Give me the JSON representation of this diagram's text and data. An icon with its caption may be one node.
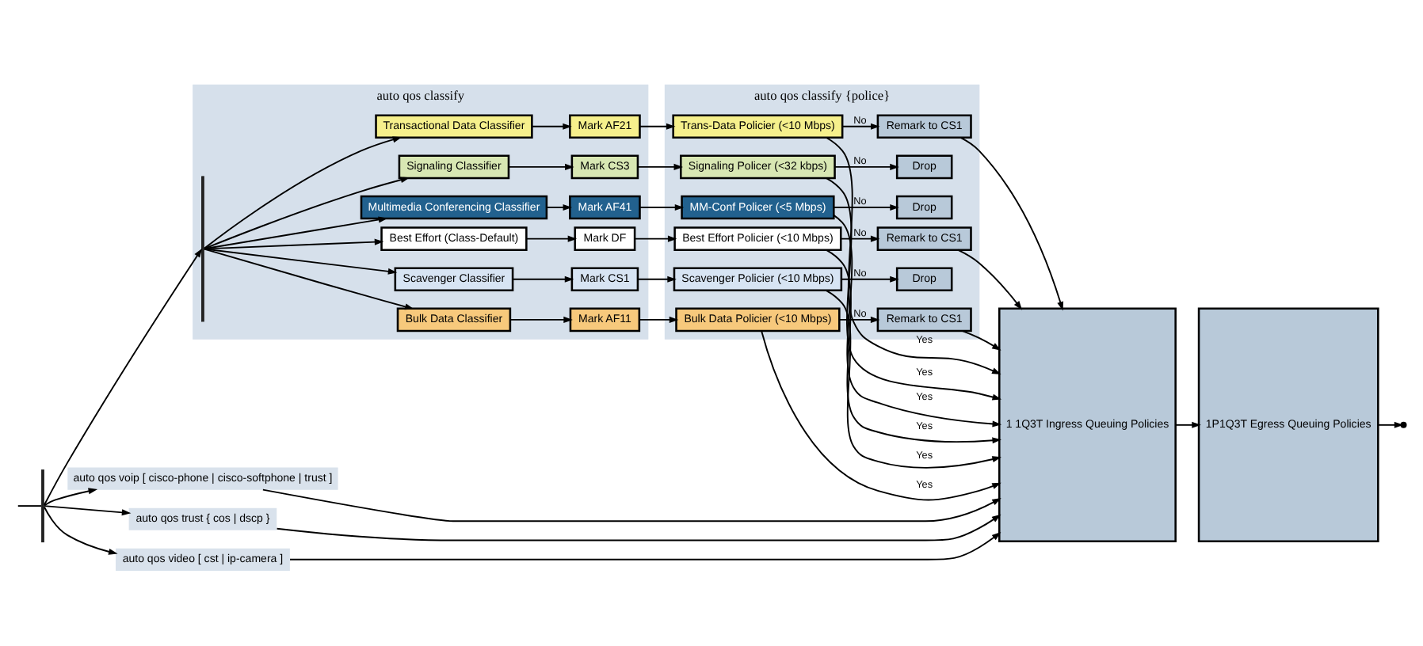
{
  "diagram": {
    "nodes": [
      {
        "text": [
          "auto qos voip [ cisco-phone | cisco-softphone | trust ]"
        ]
      },
      {
        "text": [
          "auto qos trust { cos | dscp }"
        ]
      },
      {
        "text": [
          "auto qos video [ cst | ip-camera ]"
        ]
      },
      {
        "text": [
          "auto qos classify"
        ]
      },
      {
        "text": [
          "Multimedia Conferencing Classifier"
        ],
        "in": 3
      },
      {
        "text": [
          "Signaling Classifier"
        ],
        "in": 3
      },
      {
        "text": [
          "Transactional Data Classifier"
        ],
        "in": 3
      },
      {
        "text": [
          "Bulk Data Classifier"
        ],
        "in": 3
      },
      {
        "text": [
          "Scavenger Classifier"
        ],
        "in": 3
      },
      {
        "text": [
          "Best Effort (Class-Default)"
        ],
        "in": 3
      },
      {
        "text": [
          "Mark AF41"
        ],
        "in": 3
      },
      {
        "text": [
          "Mark CS3"
        ],
        "in": 3
      },
      {
        "text": [
          "Mark AF21"
        ],
        "in": 3
      },
      {
        "text": [
          "Mark AF11"
        ],
        "in": 3
      },
      {
        "text": [
          "Mark CS1"
        ],
        "in": 3
      },
      {
        "text": [
          "Mark DF"
        ],
        "in": 3
      },
      {
        "text": [
          "auto qos classify {police}"
        ]
      },
      {
        "text": [
          "MM-Conf Policer (<5 Mbps)"
        ],
        "in": 16
      },
      {
        "text": [
          "Signaling Policer (<32 kbps)"
        ],
        "in": 16
      },
      {
        "text": [
          "Trans-Data Policier (<10 Mbps)"
        ],
        "in": 16
      },
      {
        "text": [
          "Bulk Data Policier (<10 Mbps)"
        ],
        "in": 16
      },
      {
        "text": [
          "Scavenger Policier (<10 Mbps)"
        ],
        "in": 16
      },
      {
        "text": [
          "Best Effort Policier (<10 Mbps)"
        ],
        "in": 16
      },
      {
        "text": [
          "Drop"
        ],
        "in": 16
      },
      {
        "text": [
          "Drop"
        ],
        "in": 16
      },
      {
        "text": [
          "Remark to CS1"
        ],
        "in": 16
      },
      {
        "text": [
          "Remark to CS1"
        ],
        "in": 16
      },
      {
        "text": [
          "Drop"
        ],
        "in": 16
      },
      {
        "text": [
          "Remark to CS1"
        ],
        "in": 16
      },
      {
        "text": [
          "1 1Q3T Ingress Queuing Policies"
        ]
      },
      {
        "text": [
          "1P1Q3T Egress Queuing Policies"
        ]
      },
      {
        "text": [],
        "shape": "bar"
      },
      {
        "text": [],
        "shape": "bar",
        "in": 3
      }
    ],
    "edges": [
      {
        "from": null,
        "to": 31,
        "arrow": "none"
      },
      {
        "from": 31,
        "to": 0,
        "arrow": "to"
      },
      {
        "from": 31,
        "to": 1,
        "arrow": "to"
      },
      {
        "from": 31,
        "to": 2,
        "arrow": "to"
      },
      {
        "from": 31,
        "to": 32,
        "arrow": "to"
      },
      {
        "from": 32,
        "to": 4,
        "arrow": "to"
      },
      {
        "from": 32,
        "to": 5,
        "arrow": "to"
      },
      {
        "from": 32,
        "to": 6,
        "arrow": "to"
      },
      {
        "from": 32,
        "to": 7,
        "arrow": "to"
      },
      {
        "from": 32,
        "to": 8,
        "arrow": "to"
      },
      {
        "from": 32,
        "to": 9,
        "arrow": "to"
      },
      {
        "from": 4,
        "to": 10,
        "arrow": "to"
      },
      {
        "from": 5,
        "to": 11,
        "arrow": "to"
      },
      {
        "from": 6,
        "to": 12,
        "arrow": "to"
      },
      {
        "from": 7,
        "to": 13,
        "arrow": "to"
      },
      {
        "from": 8,
        "to": 14,
        "arrow": "to"
      },
      {
        "from": 9,
        "to": 15,
        "arrow": "to"
      },
      {
        "from": 10,
        "to": 17,
        "arrow": "to"
      },
      {
        "from": 11,
        "to": 18,
        "arrow": "to"
      },
      {
        "from": 12,
        "to": 19,
        "arrow": "to"
      },
      {
        "from": 13,
        "to": 20,
        "arrow": "to"
      },
      {
        "from": 14,
        "to": 21,
        "arrow": "to"
      },
      {
        "from": 15,
        "to": 22,
        "arrow": "to"
      },
      {
        "from": 17,
        "to": 29,
        "arrow": "to",
        "label": "Yes"
      },
      {
        "from": 17,
        "to": 23,
        "arrow": "to",
        "label": "No"
      },
      {
        "from": 18,
        "to": 29,
        "arrow": "to",
        "label": "Yes"
      },
      {
        "from": 18,
        "to": 24,
        "arrow": "to",
        "label": "No"
      },
      {
        "from": 19,
        "to": 29,
        "arrow": "to",
        "label": "Yes"
      },
      {
        "from": 19,
        "to": 25,
        "arrow": "to",
        "label": "No"
      },
      {
        "from": 20,
        "to": 29,
        "arrow": "to",
        "label": "Yes"
      },
      {
        "from": 20,
        "to": 26,
        "arrow": "to",
        "label": "No"
      },
      {
        "from": 21,
        "to": 29,
        "arrow": "to",
        "label": "Yes"
      },
      {
        "from": 21,
        "to": 27,
        "arrow": "to",
        "label": "No"
      },
      {
        "from": 22,
        "to": 29,
        "arrow": "to",
        "label": "Yes"
      },
      {
        "from": 22,
        "to": 28,
        "arrow": "to",
        "label": "No"
      },
      {
        "from": 25,
        "to": 29,
        "arrow": "to"
      },
      {
        "from": 26,
        "to": 29,
        "arrow": "to"
      },
      {
        "from": 28,
        "to": 29,
        "arrow": "to"
      },
      {
        "from": 0,
        "to": 29,
        "arrow": "to"
      },
      {
        "from": 1,
        "to": 29,
        "arrow": "to"
      },
      {
        "from": 2,
        "to": 29,
        "arrow": "to"
      },
      {
        "from": 29,
        "to": 30,
        "arrow": "to"
      },
      {
        "from": 30,
        "to": null,
        "arrow": "to"
      }
    ]
  }
}
